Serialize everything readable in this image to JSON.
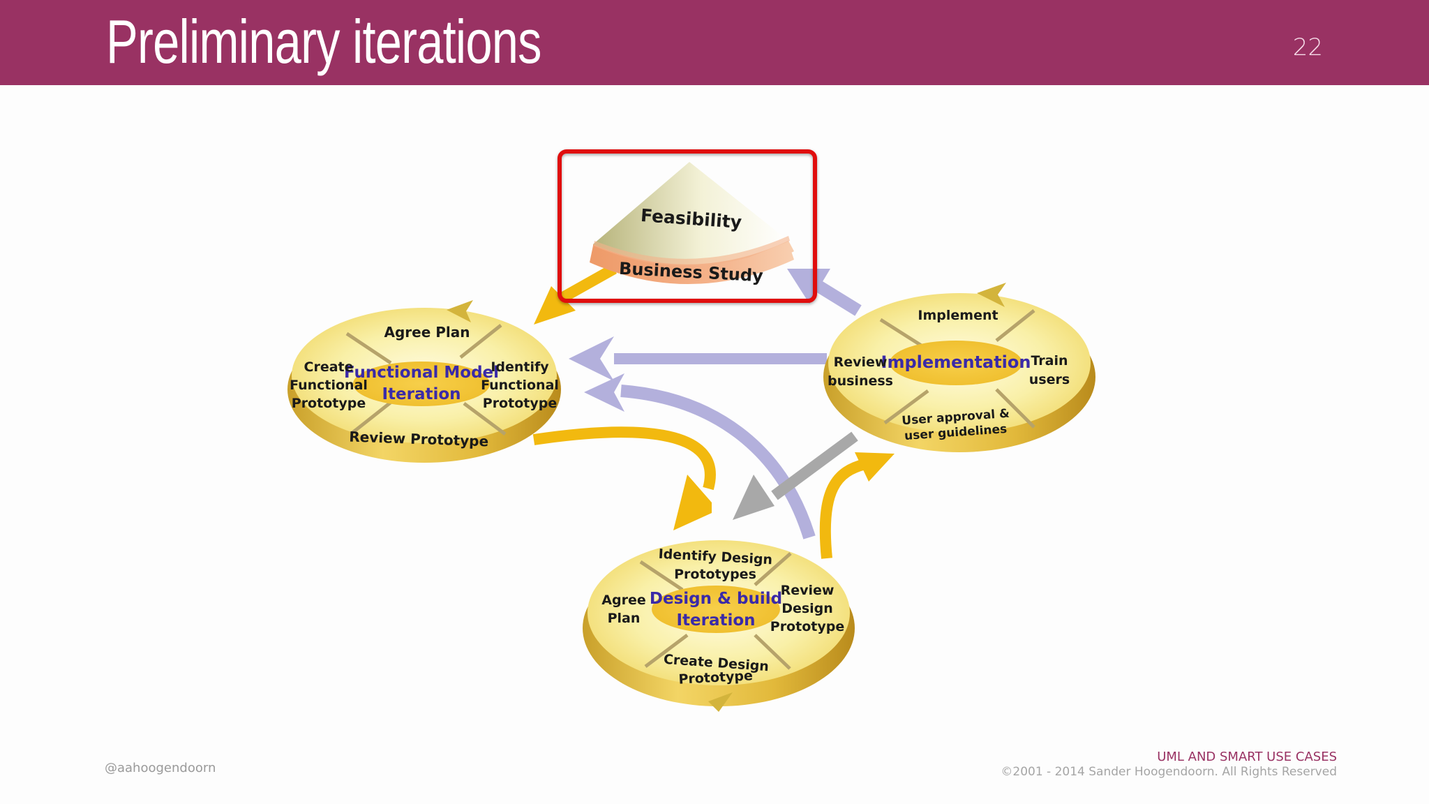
{
  "slide": {
    "title": "Preliminary iterations",
    "page_number": "22"
  },
  "colors": {
    "header_bg": "#993263",
    "highlight_box": "#e01010",
    "yellow_arrow": "#f2b90f",
    "lavender_arrow": "#b3b0dc",
    "gray_arrow": "#a8a8a8",
    "disc_fill": "#f7ec9e",
    "center_label": "#3a2aa8"
  },
  "diagram": {
    "feasibility": {
      "top_label": "Feasibility",
      "band_label": "Business Study",
      "highlighted": true
    },
    "functional_model": {
      "center_line1": "Functional Model",
      "center_line2": "Iteration",
      "top": "Agree Plan",
      "left": [
        "Create",
        "Functional",
        "Prototype"
      ],
      "right": [
        "Identify",
        "Functional",
        "Prototype"
      ],
      "bottom": "Review Prototype"
    },
    "implementation": {
      "center": "Implementation",
      "top": "Implement",
      "left": [
        "Review",
        "business"
      ],
      "right": [
        "Train",
        "users"
      ],
      "bottom": [
        "User approval &",
        "user guidelines"
      ]
    },
    "design_build": {
      "center_line1": "Design & build",
      "center_line2": "Iteration",
      "top": [
        "Identify Design",
        "Prototypes"
      ],
      "left": [
        "Agree",
        "Plan"
      ],
      "right": [
        "Review",
        "Design",
        "Prototype"
      ],
      "bottom": [
        "Create Design",
        "Prototype"
      ]
    }
  },
  "footer": {
    "handle": "@aahoogendoorn",
    "course": "UML AND SMART USE CASES",
    "copyright": "©2001 - 2014 Sander Hoogendoorn. All Rights Reserved"
  }
}
